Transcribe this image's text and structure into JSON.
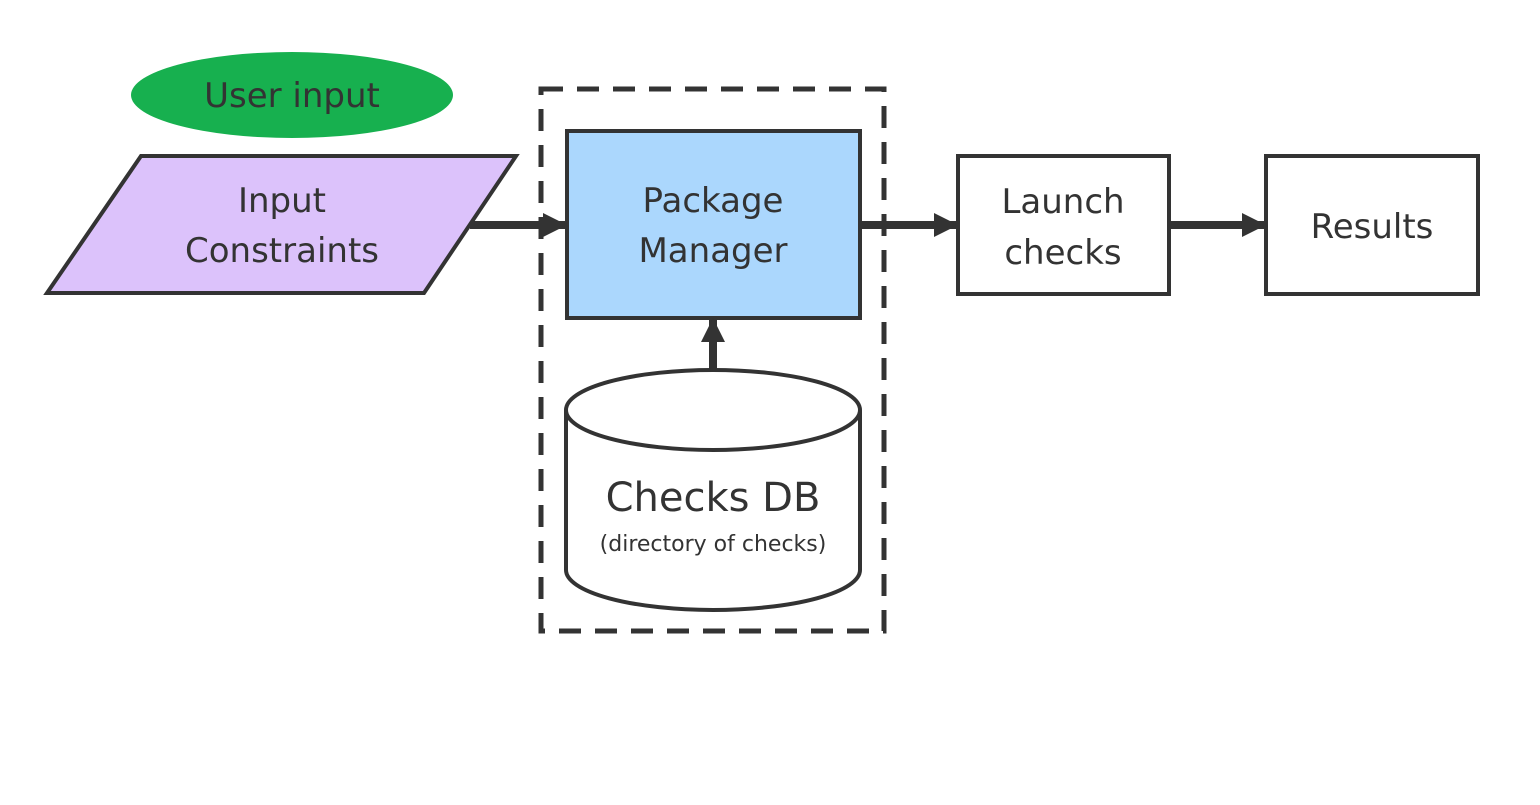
{
  "colors": {
    "user_input_fill": "#17b04f",
    "input_constraints_fill": "#dcc2fb",
    "package_manager_fill": "#abd7fd",
    "stroke": "#333333",
    "background": "#ffffff"
  },
  "nodes": {
    "user_input": {
      "label": "User input"
    },
    "input_constraints": {
      "line1": "Input",
      "line2": "Constraints"
    },
    "package_manager": {
      "line1": "Package",
      "line2": "Manager"
    },
    "checks_db": {
      "title": "Checks DB",
      "subtitle": "(directory of checks)"
    },
    "launch_checks": {
      "line1": "Launch",
      "line2": "checks"
    },
    "results": {
      "label": "Results"
    }
  },
  "edges": [
    {
      "from": "input_constraints",
      "to": "package_manager"
    },
    {
      "from": "checks_db",
      "to": "package_manager"
    },
    {
      "from": "package_manager",
      "to": "launch_checks"
    },
    {
      "from": "launch_checks",
      "to": "results"
    }
  ]
}
